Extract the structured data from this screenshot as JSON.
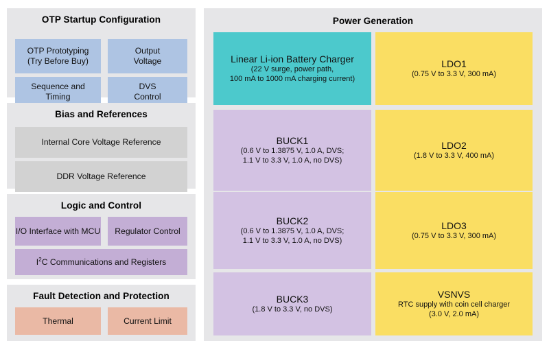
{
  "panels": {
    "otp": {
      "title": "OTP Startup Configuration",
      "blocks": [
        {
          "line1": "OTP Prototyping",
          "line2": "(Try Before Buy)"
        },
        {
          "line1": "Output",
          "line2": "Voltage"
        },
        {
          "line1": "Sequence and",
          "line2": "Timing"
        },
        {
          "line1": "DVS",
          "line2": "Control"
        }
      ]
    },
    "bias": {
      "title": "Bias and References",
      "blocks": [
        {
          "line1": "Internal Core Voltage Reference"
        },
        {
          "line1": "DDR Voltage Reference"
        }
      ]
    },
    "logic": {
      "title": "Logic and Control",
      "blocks": [
        {
          "line1": "I/O Interface with MCU"
        },
        {
          "line1": "Regulator Control"
        },
        {
          "prefix": "I",
          "sup": "2",
          "suffix": "C Communications and Registers"
        }
      ]
    },
    "fault": {
      "title": "Fault Detection and Protection",
      "blocks": [
        {
          "line1": "Thermal"
        },
        {
          "line1": "Current Limit"
        }
      ]
    },
    "power": {
      "title": "Power Generation",
      "blocks": [
        {
          "name": "charger",
          "title": "Linear Li-ion Battery Charger",
          "sub1": "(22 V surge, power path,",
          "sub2": "100 mA to 1000 mA charging current)"
        },
        {
          "name": "buck1",
          "title": "BUCK1",
          "sub1": "(0.6 V to 1.3875 V, 1.0 A, DVS;",
          "sub2": "1.1 V to 3.3 V, 1.0 A, no DVS)"
        },
        {
          "name": "buck2",
          "title": "BUCK2",
          "sub1": "(0.6 V to 1.3875 V, 1.0 A, DVS;",
          "sub2": "1.1 V to 3.3 V, 1.0 A, no DVS)"
        },
        {
          "name": "buck3",
          "title": "BUCK3",
          "sub1": "(1.8 V to 3.3 V, no DVS)",
          "sub2": ""
        },
        {
          "name": "ldo1",
          "title": "LDO1",
          "sub1": "(0.75 V to 3.3 V, 300 mA)",
          "sub2": ""
        },
        {
          "name": "ldo2",
          "title": "LDO2",
          "sub1": "(1.8 V to 3.3 V, 400 mA)",
          "sub2": ""
        },
        {
          "name": "ldo3",
          "title": "LDO3",
          "sub1": "(0.75 V to 3.3 V, 300 mA)",
          "sub2": ""
        },
        {
          "name": "vsnvs",
          "title": "VSNVS",
          "sub1": "RTC supply with coin cell charger",
          "sub2": "(3.0 V, 2.0 mA)"
        }
      ]
    }
  },
  "colors": {
    "panel_background": "#e6e6e8",
    "otp_block": "#aec4e3",
    "bias_block": "#d2d2d2",
    "logic_block": "#c3aed5",
    "fault_block": "#eab9a5",
    "charger_block": "#4cc9cc",
    "buck_block": "#d3c2e3",
    "ldo_block": "#fade63",
    "page_background": "#ffffff"
  }
}
